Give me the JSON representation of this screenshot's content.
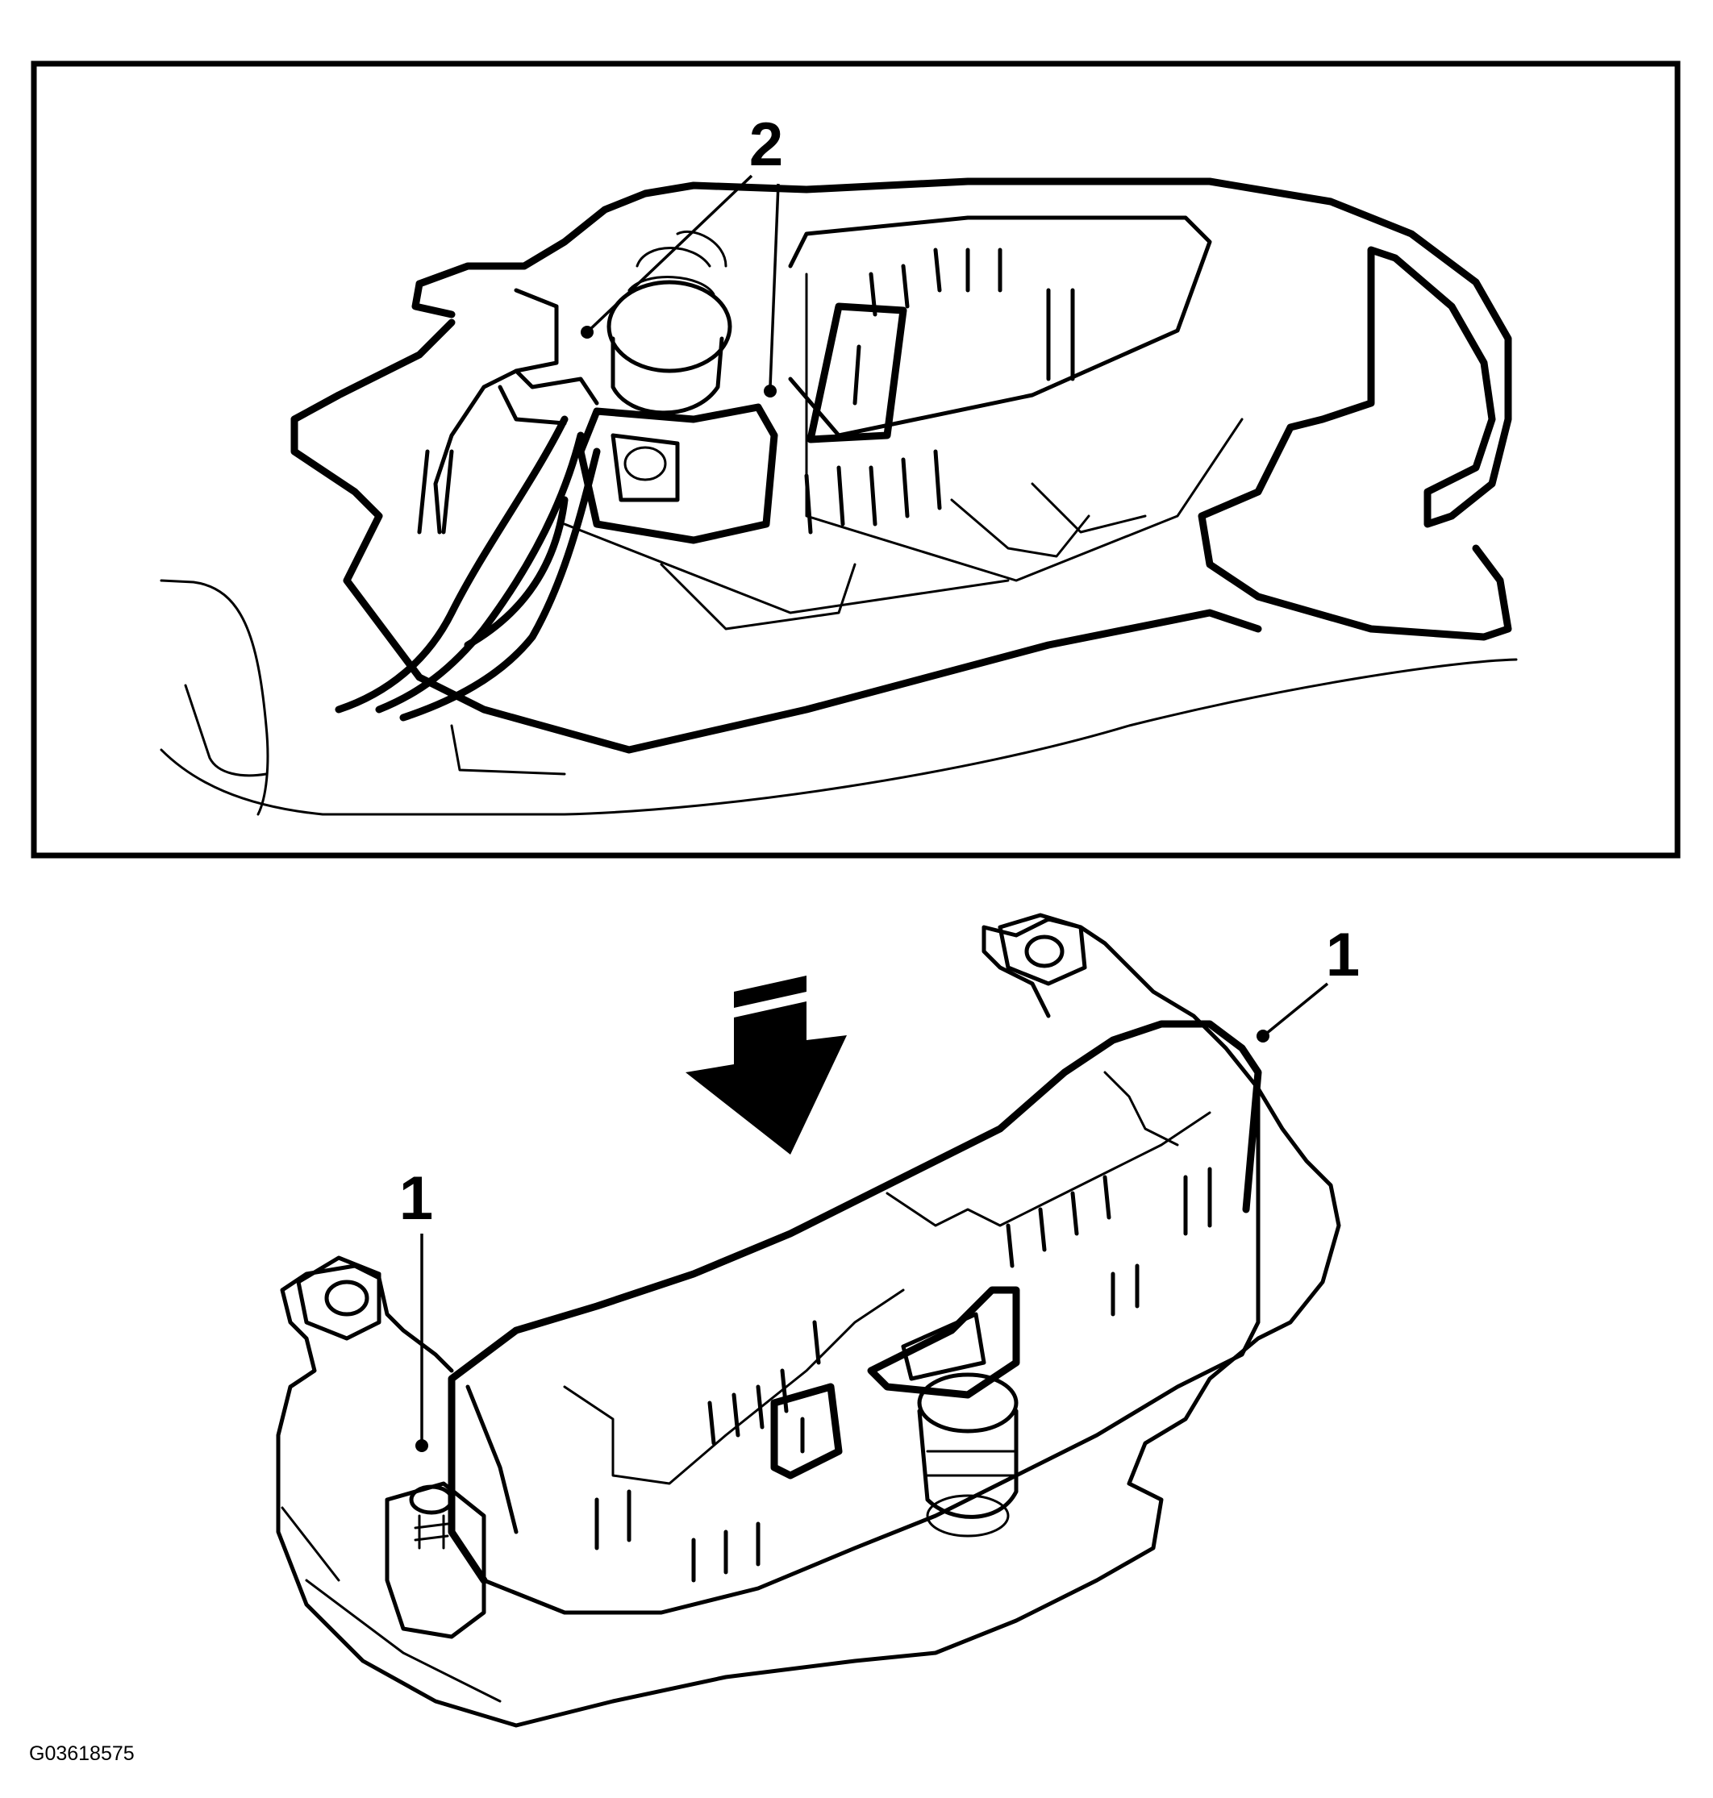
{
  "figure_id": "G03618575",
  "top_view": {
    "callout_label": "2"
  },
  "bottom_view": {
    "callout_left_label": "1",
    "callout_right_label": "1"
  }
}
